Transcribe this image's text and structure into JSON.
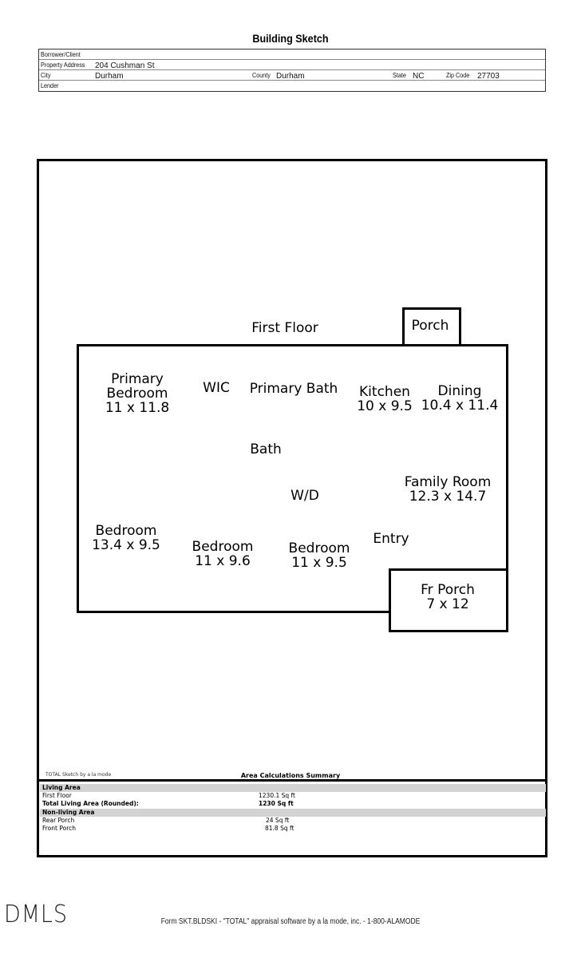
{
  "header": {
    "title": "Building Sketch",
    "fields": {
      "borrower_label": "Borrower/Client",
      "borrower_value": "",
      "address_label": "Property Address",
      "address_value": "204 Cushman St",
      "city_label": "City",
      "city_value": "Durham",
      "county_label": "County",
      "county_value": "Durham",
      "state_label": "State",
      "state_value": "NC",
      "zip_label": "Zip Code",
      "zip_value": "27703",
      "lender_label": "Lender",
      "lender_value": ""
    }
  },
  "sketch": {
    "floor_label": "First Floor",
    "porch_label": "Porch",
    "rooms": [
      {
        "name": "Primary\nBedroom",
        "dims": "11 x 11.8"
      },
      {
        "name": "WIC",
        "dims": ""
      },
      {
        "name": "Primary Bath",
        "dims": ""
      },
      {
        "name": "Kitchen",
        "dims": "10 x 9.5"
      },
      {
        "name": "Dining",
        "dims": "10.4 x 11.4"
      },
      {
        "name": "Bath",
        "dims": ""
      },
      {
        "name": "W/D",
        "dims": ""
      },
      {
        "name": "Family Room",
        "dims": "12.3 x 14.7"
      },
      {
        "name": "Bedroom",
        "dims": "13.4 x 9.5"
      },
      {
        "name": "Bedroom",
        "dims": "11 x 9.6"
      },
      {
        "name": "Bedroom",
        "dims": "11 x 9.5"
      },
      {
        "name": "Entry",
        "dims": ""
      },
      {
        "name": "Fr Porch",
        "dims": "7 x 12"
      }
    ],
    "primary_bedroom_line1": "Primary",
    "primary_bedroom_line2": "Bedroom"
  },
  "summary": {
    "credit": "TOTAL Sketch by a la mode",
    "title": "Area Calculations Summary",
    "living_header": "Living Area",
    "living_rows": [
      {
        "name": "First Floor",
        "value": "1230.1 Sq ft"
      }
    ],
    "total_label": "Total Living Area (Rounded):",
    "total_value": "1230 Sq ft",
    "nonliving_header": "Non-living Area",
    "nonliving_rows": [
      {
        "name": "Rear Porch",
        "value": "24 Sq ft"
      },
      {
        "name": "Front Porch",
        "value": "81.8 Sq ft"
      }
    ]
  },
  "footer": {
    "logo": "DMLS",
    "form_text": "Form SKT.BLDSKI - \"TOTAL\" appraisal software by a la mode, inc. - 1-800-ALAMODE"
  }
}
